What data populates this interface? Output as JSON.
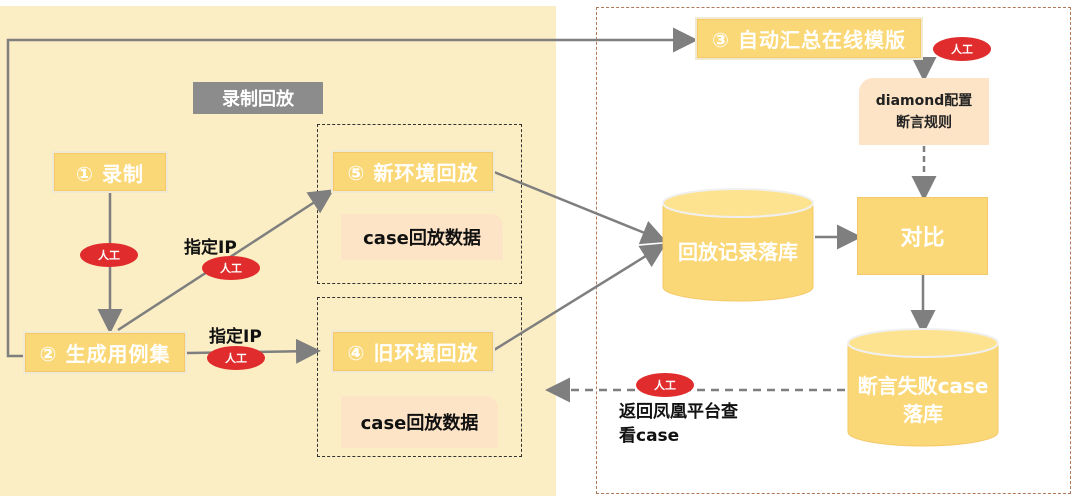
{
  "section_label": "录制回放",
  "nodes": {
    "record": "① 录制",
    "generate": "② 生成用例集",
    "auto_summary": "③ 自动汇总在线模版",
    "old_env": "④ 旧环境回放",
    "new_env": "⑤ 新环境回放",
    "compare": "对比"
  },
  "docs": {
    "case_data_new": "case回放数据",
    "case_data_old": "case回放数据",
    "diamond_line1": "diamond配置",
    "diamond_line2": "断言规则"
  },
  "databases": {
    "replay_db": "回放记录落库",
    "fail_db_line1": "断言失败case",
    "fail_db_line2": "落库"
  },
  "labels": {
    "manual": "人工",
    "specify_ip_upper": "指定IP",
    "specify_ip_lower": "指定IP",
    "return_line1": "返回凤凰平台查",
    "return_line2": "看case"
  },
  "colors": {
    "left_panel": "#fbeec4",
    "node_fill": "#fbd877",
    "doc_fill": "#fde4c6",
    "badge": "#e02c2c",
    "arrow": "#7f7f7f"
  }
}
